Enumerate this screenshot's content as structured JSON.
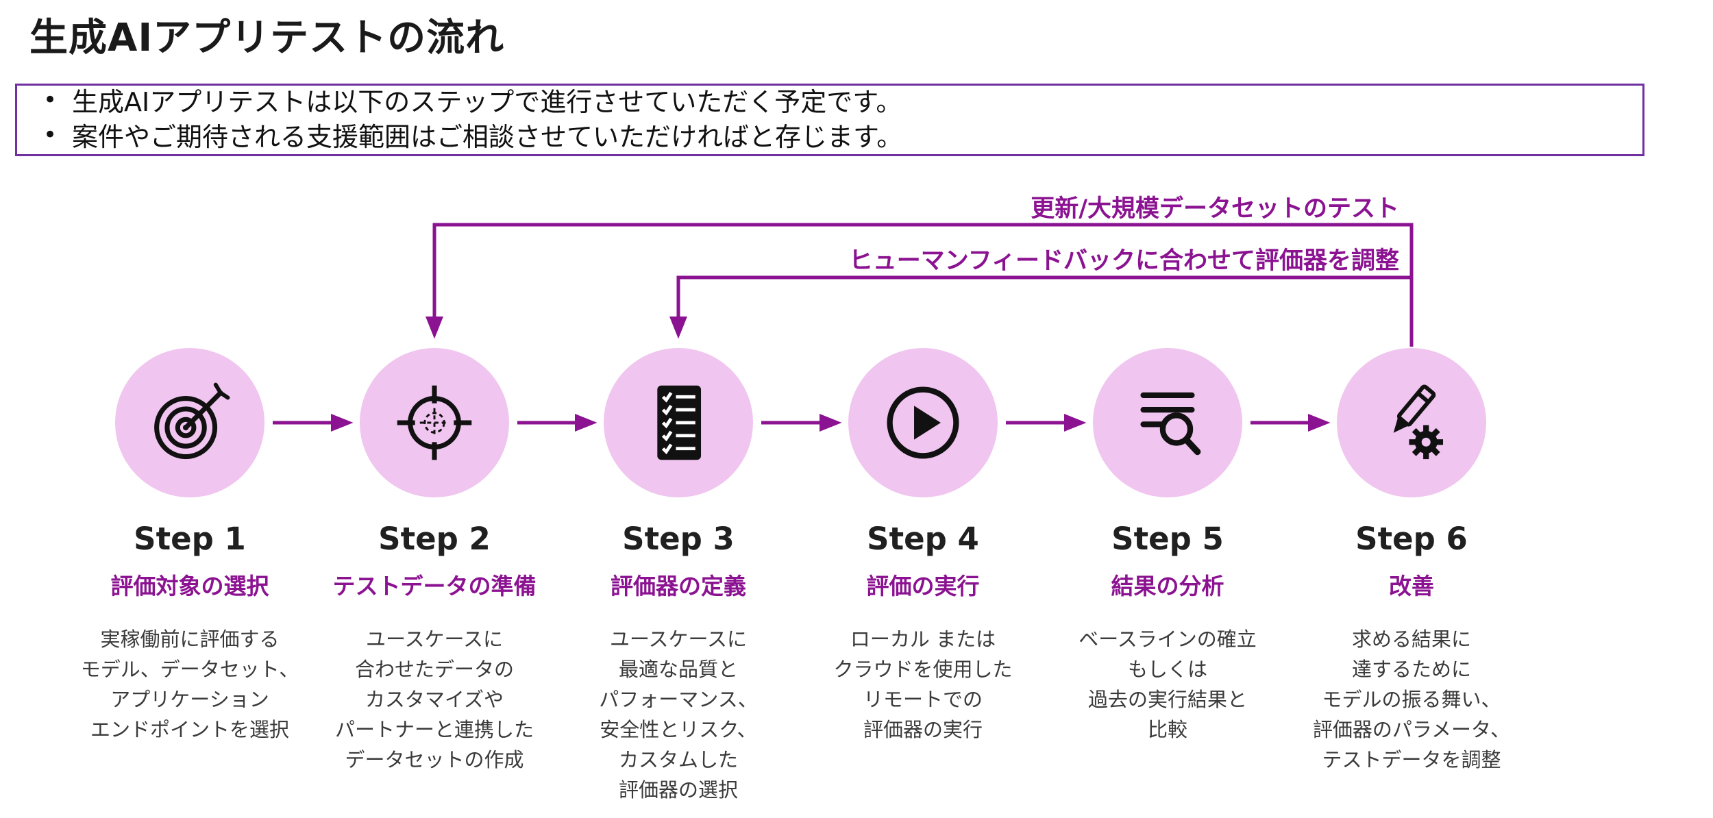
{
  "header": {
    "title": "生成AIアプリテストの流れ"
  },
  "intro": {
    "bullets": [
      "生成AIアプリテストは以下のステップで進行させていただく予定です。",
      "案件やご期待される支援範囲はご相談させていただければと存じます。"
    ]
  },
  "feedback": {
    "loop1": {
      "label": "更新/大規模データセットのテスト",
      "from": "step-6",
      "to": "step-2"
    },
    "loop2": {
      "label": "ヒューマンフィードバックに合わせて評価器を調整",
      "from": "step-6",
      "to": "step-3"
    }
  },
  "steps": [
    {
      "label": "Step 1",
      "title": "評価対象の選択",
      "icon": "dartboard-icon",
      "description": "実稼働前に評価する\nモデル、データセット、\nアプリケーション\nエンドポイントを選択"
    },
    {
      "label": "Step 2",
      "title": "テストデータの準備",
      "icon": "crosshair-target-icon",
      "description": "ユースケースに\n合わせたデータの\nカスタマイズや\nパートナーと連携した\nデータセットの作成"
    },
    {
      "label": "Step 3",
      "title": "評価器の定義",
      "icon": "checklist-icon",
      "description": "ユースケースに\n最適な品質と\nパフォーマンス、\n安全性とリスク、\nカスタムした\n評価器の選択"
    },
    {
      "label": "Step 4",
      "title": "評価の実行",
      "icon": "play-icon",
      "description": "ローカル または\nクラウドを使用した\nリモートでの\n評価器の実行"
    },
    {
      "label": "Step 5",
      "title": "結果の分析",
      "icon": "report-search-icon",
      "description": "ベースラインの確立\nもしくは\n過去の実行結果と\n比較"
    },
    {
      "label": "Step 6",
      "title": "改善",
      "icon": "pencil-gear-icon",
      "description": "求める結果に\n達するために\nモデルの振る舞い、\n評価器のパラメータ、\nテストデータを調整"
    }
  ],
  "colors": {
    "accent": "#8B1291",
    "intro_box_border": "#7030A0",
    "circle_fill": "#F0C5EF",
    "icon": "#111111",
    "body_text": "#3A3A3A"
  }
}
